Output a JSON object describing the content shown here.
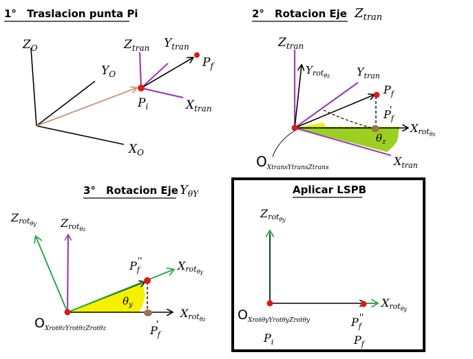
{
  "colors": {
    "magenta": "#9b3fb5",
    "orange": "#c8926a",
    "green": "#2aa84a",
    "yellow": "#f5f000",
    "lime": "#9ccf1f",
    "red": "#e01818",
    "brown": "#a0724a",
    "box": "#000000"
  },
  "panel1": {
    "num": "1°",
    "title": "Traslacion punta Pi",
    "z0": "Z",
    "z0_sub": "O",
    "y0": "Y",
    "y0_sub": "O",
    "x0": "X",
    "x0_sub": "O",
    "ztran": "Z",
    "ztran_sub": "tran",
    "ytran": "Y",
    "ytran_sub": "tran",
    "xtran": "X",
    "xtran_sub": "tran",
    "pf": "P",
    "pf_sub": "f",
    "pi": "P",
    "pi_sub": "i"
  },
  "panel2": {
    "num": "2°",
    "title": "Rotacion Eje",
    "title_math": "Z",
    "title_math_sub": "tran",
    "ztran": "Z",
    "ztran_sub": "tran",
    "yrot": "Y",
    "yrot_sub": "rot",
    "yrot_subsub": "θz",
    "ytran": "Y",
    "ytran_sub": "tran",
    "pf": "P",
    "pf_sub": "f",
    "pf1": "P",
    "pf1_sub": "f",
    "pf1_prime": "'",
    "xrot": "X",
    "xrot_sub": "rot",
    "xrot_subsub": "θz",
    "theta": "θ",
    "theta_sub": "z",
    "origin": "O",
    "origin_sub": "XtransYtransZtrans",
    "xtran": "X",
    "xtran_sub": "tran"
  },
  "panel3": {
    "num": "3°",
    "title": "Rotacion Eje",
    "title_math": "Y",
    "title_math_sub": "θY",
    "zroty": "Z",
    "zroty_sub": "rot",
    "zroty_subsub": "θy",
    "zrotz": "Z",
    "zrotz_sub": "rot",
    "zrotz_subsub": "θz",
    "pf2": "P",
    "pf2_sub": "f",
    "pf2_prime": "''",
    "xroty": "X",
    "xroty_sub": "rot",
    "xroty_subsub": "θy",
    "theta": "θ",
    "theta_sub": "y",
    "xrotz": "X",
    "xrotz_sub": "rot",
    "xrotz_subsub": "θz",
    "pf1": "P",
    "pf1_sub": "f",
    "pf1_prime": "'",
    "origin": "O",
    "origin_sub": "XrotθzYrotθzZrotθz"
  },
  "panel4": {
    "title": "Aplicar LSPB",
    "zroty": "Z",
    "zroty_sub": "rot",
    "zroty_subsub": "θy",
    "xroty": "X",
    "xroty_sub": "rot",
    "xroty_subsub": "θy",
    "origin": "O",
    "origin_sub": "XrotθyYrotθyZrotθy",
    "pi": "P",
    "pi_sub": "i",
    "pf2": "P",
    "pf2_sub": "f",
    "pf2_prime": "''",
    "pf": "P",
    "pf_sub": "f"
  }
}
